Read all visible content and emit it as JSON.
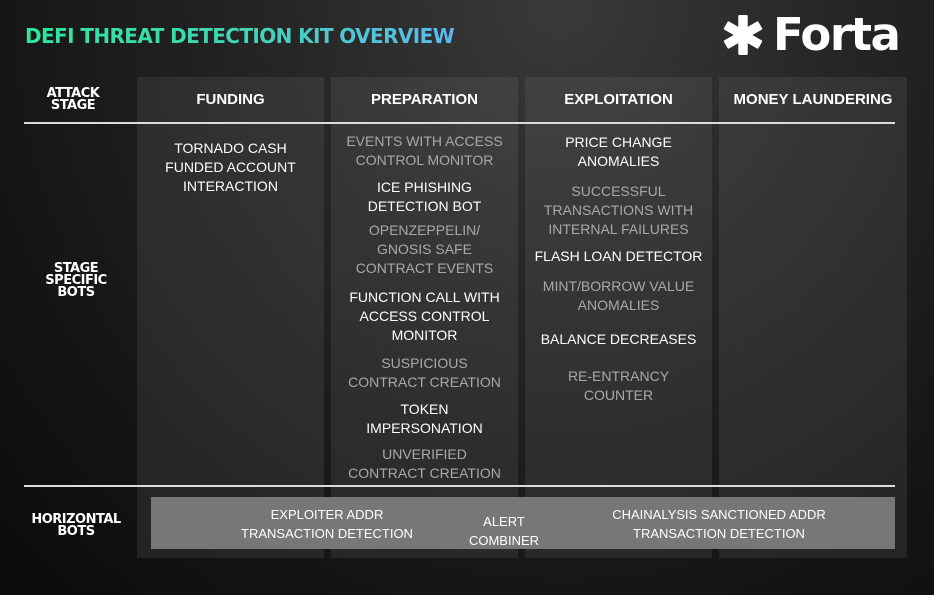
{
  "header": {
    "title": "DEFI THREAT DETECTION  KIT OVERVIEW",
    "logo_text": "Forta",
    "logo_icon": "asterisk-star-icon"
  },
  "rows": {
    "attack_stage": "ATTACK\nSTAGE",
    "stage_specific": "STAGE\nSPECIFIC\nBOTS",
    "horizontal": "HORIZONTAL\nBOTS"
  },
  "columns": [
    {
      "header": "FUNDING"
    },
    {
      "header": "PREPARATION"
    },
    {
      "header": "EXPLOITATION"
    },
    {
      "header": "MONEY LAUNDERING"
    }
  ],
  "funding_bots": [
    {
      "label": "TORNADO CASH\nFUNDED ACCOUNT\nINTERACTION",
      "emphasis": true
    }
  ],
  "preparation_bots": [
    {
      "label": "EVENTS WITH ACCESS\nCONTROL MONITOR",
      "emphasis": false
    },
    {
      "label": "ICE PHISHING\nDETECTION BOT",
      "emphasis": true
    },
    {
      "label": "OPENZEPPELIN/\nGNOSIS SAFE\nCONTRACT EVENTS",
      "emphasis": false
    },
    {
      "label": "FUNCTION CALL WITH\nACCESS CONTROL\nMONITOR",
      "emphasis": true
    },
    {
      "label": "SUSPICIOUS\nCONTRACT CREATION",
      "emphasis": false
    },
    {
      "label": "TOKEN\nIMPERSONATION",
      "emphasis": true
    },
    {
      "label": "UNVERIFIED\nCONTRACT CREATION",
      "emphasis": false
    }
  ],
  "exploitation_bots": [
    {
      "label": "PRICE CHANGE\nANOMALIES",
      "emphasis": true
    },
    {
      "label": "SUCCESSFUL\nTRANSACTIONS WITH\nINTERNAL FAILURES",
      "emphasis": false
    },
    {
      "label": "FLASH LOAN DETECTOR",
      "emphasis": true
    },
    {
      "label": "MINT/BORROW VALUE\nANOMALIES",
      "emphasis": false
    },
    {
      "label": "BALANCE DECREASES",
      "emphasis": true
    },
    {
      "label": "RE-ENTRANCY\nCOUNTER",
      "emphasis": false
    }
  ],
  "horizontal_bots": [
    {
      "label": "EXPLOITER ADDR\nTRANSACTION DETECTION"
    },
    {
      "label": "ALERT COMBINER"
    },
    {
      "label": "CHAINALYSIS SANCTIONED  ADDR\nTRANSACTION DETECTION"
    }
  ],
  "colors": {
    "title_gradient_start": "#2ee59d",
    "title_gradient_end": "#5cb8f0",
    "emphasis_text": "#ffffff",
    "muted_text": "#a9a9a9",
    "horizontal_bar": "#777777"
  }
}
